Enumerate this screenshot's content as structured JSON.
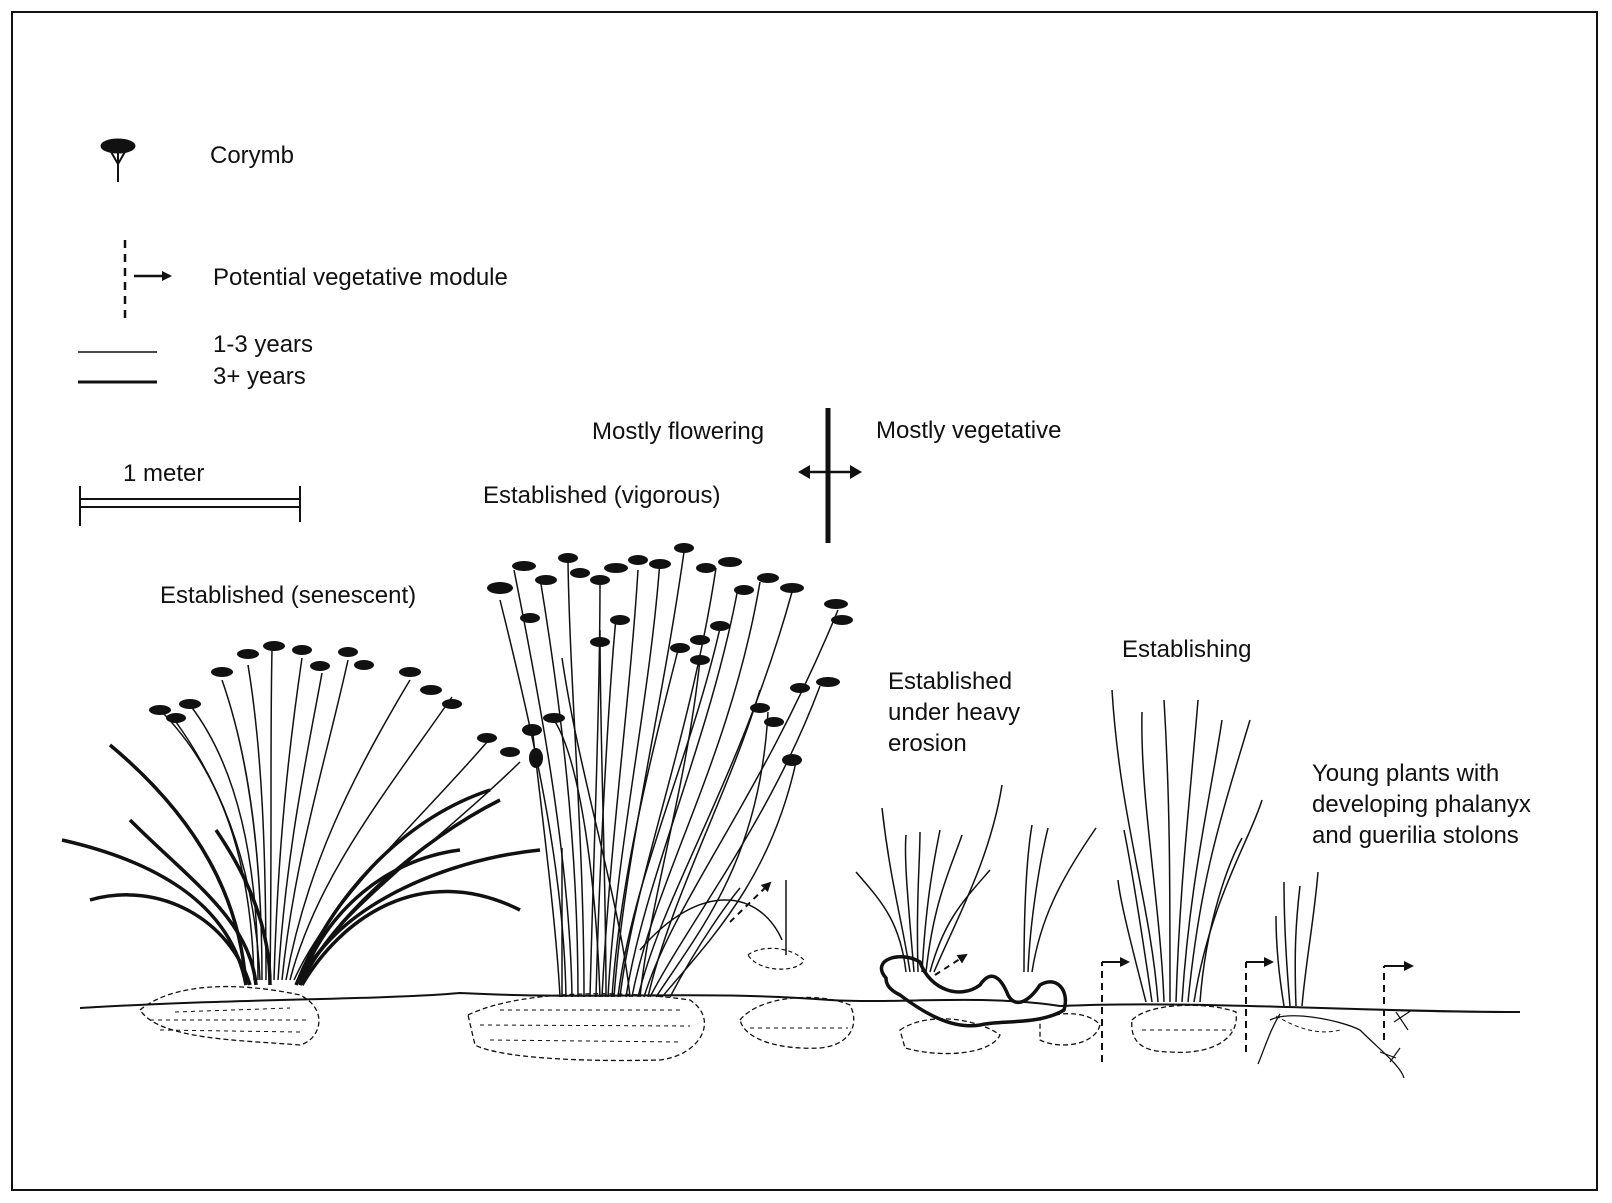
{
  "legend": {
    "corymb": "Corymb",
    "vegetative_module": "Potential vegetative module",
    "age_1_3": "1-3 years",
    "age_3_plus": "3+ years",
    "scale": "1 meter"
  },
  "axis": {
    "left": "Mostly flowering",
    "right": "Mostly vegetative"
  },
  "stages": {
    "senescent": "Established (senescent)",
    "vigorous": "Established (vigorous)",
    "erosion": "Established\nunder heavy\nerosion",
    "establishing": "Establishing",
    "young": "Young plants with\ndeveloping phalanyx\nand guerilia stolons"
  }
}
